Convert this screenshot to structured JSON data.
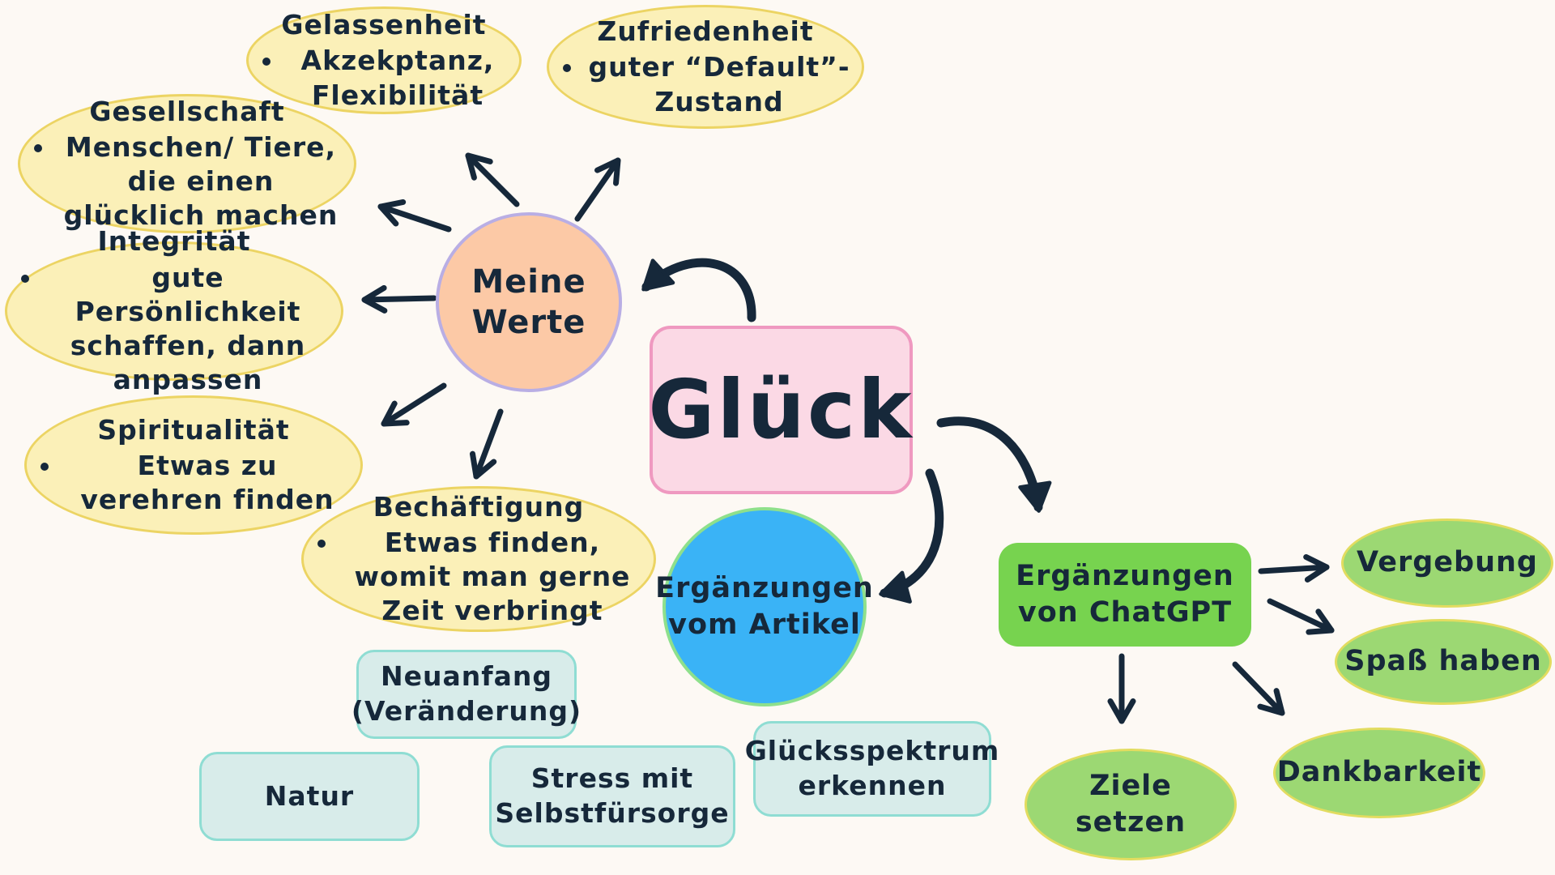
{
  "center": {
    "label": "Glück"
  },
  "werte": {
    "label": "Meine Werte",
    "items": [
      {
        "title": "Gelassenheit",
        "bullet": "Akzekptanz, Flexibilität"
      },
      {
        "title": "Zufriedenheit",
        "bullet": "guter “Default”-Zustand"
      },
      {
        "title": "Gesellschaft",
        "bullet": "Menschen/ Tiere, die einen glücklich machen"
      },
      {
        "title": "Integrität",
        "bullet": "gute Persönlichkeit schaffen, dann anpassen"
      },
      {
        "title": "Spiritualität",
        "bullet": "Etwas zu verehren finden"
      },
      {
        "title": "Bechäftigung",
        "bullet": "Etwas finden, womit man gerne Zeit verbringt"
      }
    ]
  },
  "artikel": {
    "label": "Ergänzungen vom Artikel",
    "items": [
      {
        "label": "Neuanfang (Veränderung)"
      },
      {
        "label": "Natur"
      },
      {
        "label": "Stress mit Selbstfürsorge"
      },
      {
        "label": "Glücksspektrum erkennen"
      }
    ]
  },
  "chatgpt": {
    "label": "Ergänzungen von ChatGPT",
    "items": [
      {
        "label": "Vergebung"
      },
      {
        "label": "Spaß haben"
      },
      {
        "label": "Dankbarkeit"
      },
      {
        "label": "Ziele setzen"
      }
    ]
  },
  "colors": {
    "background": "#fdf9f4",
    "text": "#16283a",
    "arrow": "#16283a",
    "yellow_fill": "#fbf0b8",
    "yellow_border": "#ecd463",
    "teal_fill": "#d8ecea",
    "teal_border": "#8fddd3",
    "green_fill": "#9cd873",
    "green_box": "#77d34f",
    "orange_fill": "#fcc9a6",
    "blue_fill": "#3ab3f6",
    "pink_fill": "#fbd9e5"
  }
}
